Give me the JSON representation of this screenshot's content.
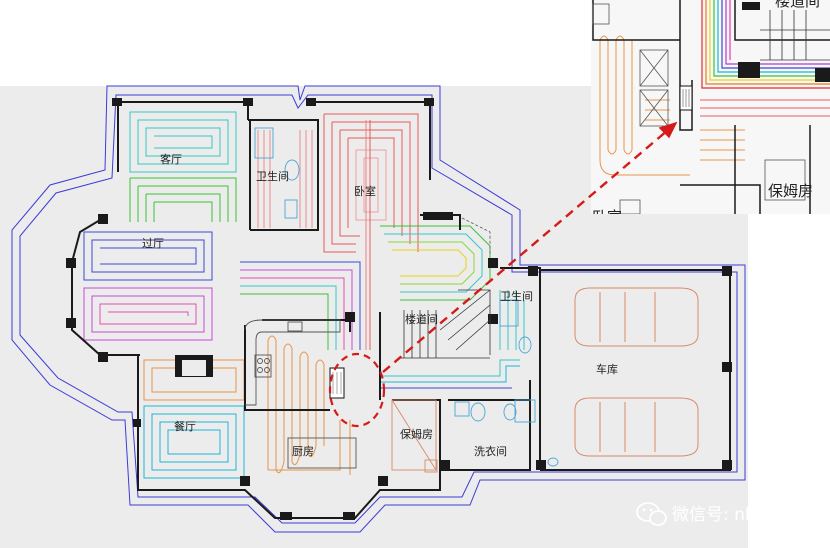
{
  "plan": {
    "rooms": {
      "living": "客厅",
      "bathroom_main": "卫生间",
      "bedroom": "卧室",
      "hallway": "过厅",
      "stairs": "楼道间",
      "bathroom_east": "卫生间",
      "garage": "车库",
      "dining": "餐厅",
      "kitchen": "厨房",
      "nanny": "保姆房",
      "laundry": "洗衣间"
    },
    "colors": {
      "wall": "#1a1a1a",
      "outline": "#3b3bd8",
      "manifold_circle": "#d61a1a",
      "arrow": "#d61a1a",
      "furniture": "#d88a6a",
      "fixtures": "#4aa6d8"
    }
  },
  "inset": {
    "labels": {
      "stairs_partial": "楼道间",
      "nanny": "保姆房",
      "bedroom_partial": "卧室"
    }
  },
  "watermark": {
    "icon": "wechat-icon",
    "text": "微信号: nhvaca"
  }
}
